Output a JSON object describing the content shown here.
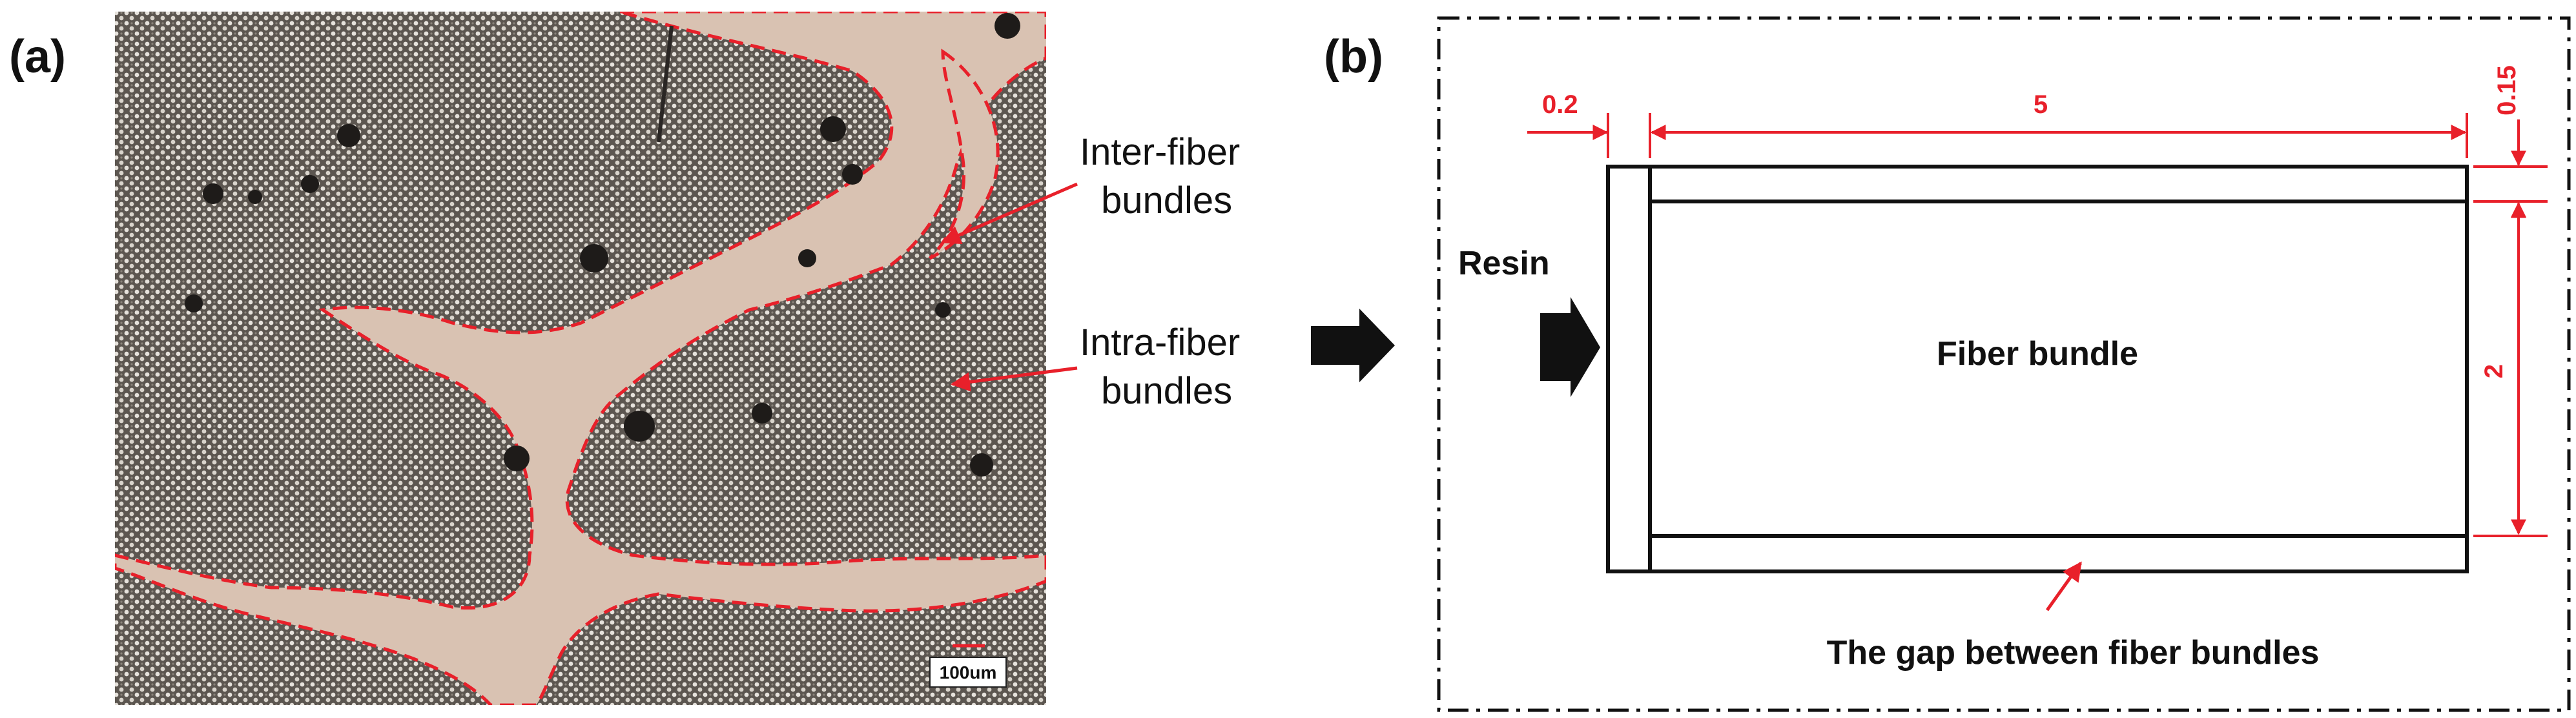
{
  "panel_a": {
    "label": "(a)",
    "callout_inter_line1": "Inter-fiber",
    "callout_inter_line2": "bundles",
    "callout_intra_line1": "Intra-fiber",
    "callout_intra_line2": "bundles",
    "scale_bar": "100um"
  },
  "panel_b": {
    "label": "(b)",
    "dim_gap": "0.2",
    "dim_length": "5",
    "dim_thickness": "0.15",
    "dim_height": "2",
    "resin": "Resin",
    "fiber_bundle": "Fiber bundle",
    "gap_caption": "The gap between fiber bundles"
  },
  "colors": {
    "accent_red": "#e8202a",
    "matrix": "#d9c2b2",
    "fiber_bg": "#5c5650",
    "fiber_dot": "#e6e2dc",
    "black": "#111111"
  }
}
